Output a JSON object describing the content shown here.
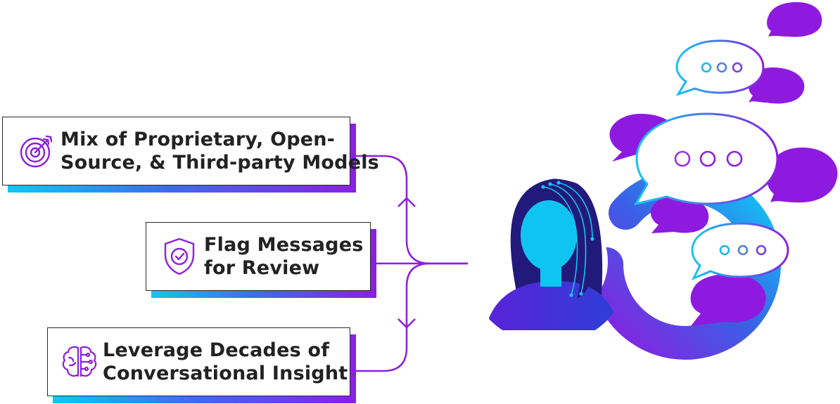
{
  "cards": [
    {
      "line1": "Mix of Proprietary, Open-",
      "line2": "Source, & Third-party Models",
      "icon": "target-icon"
    },
    {
      "line1": "Flag Messages",
      "line2": "for Review",
      "icon": "shield-check-icon"
    },
    {
      "line1": "Leverage Decades of",
      "line2": "Conversational Insight",
      "icon": "brain-circuit-icon"
    }
  ],
  "colors": {
    "purple": "#8b1fe0",
    "blue": "#2f6fe8",
    "cyan": "#12c6f4",
    "dark_navy": "#221a7a",
    "text": "#222222"
  }
}
